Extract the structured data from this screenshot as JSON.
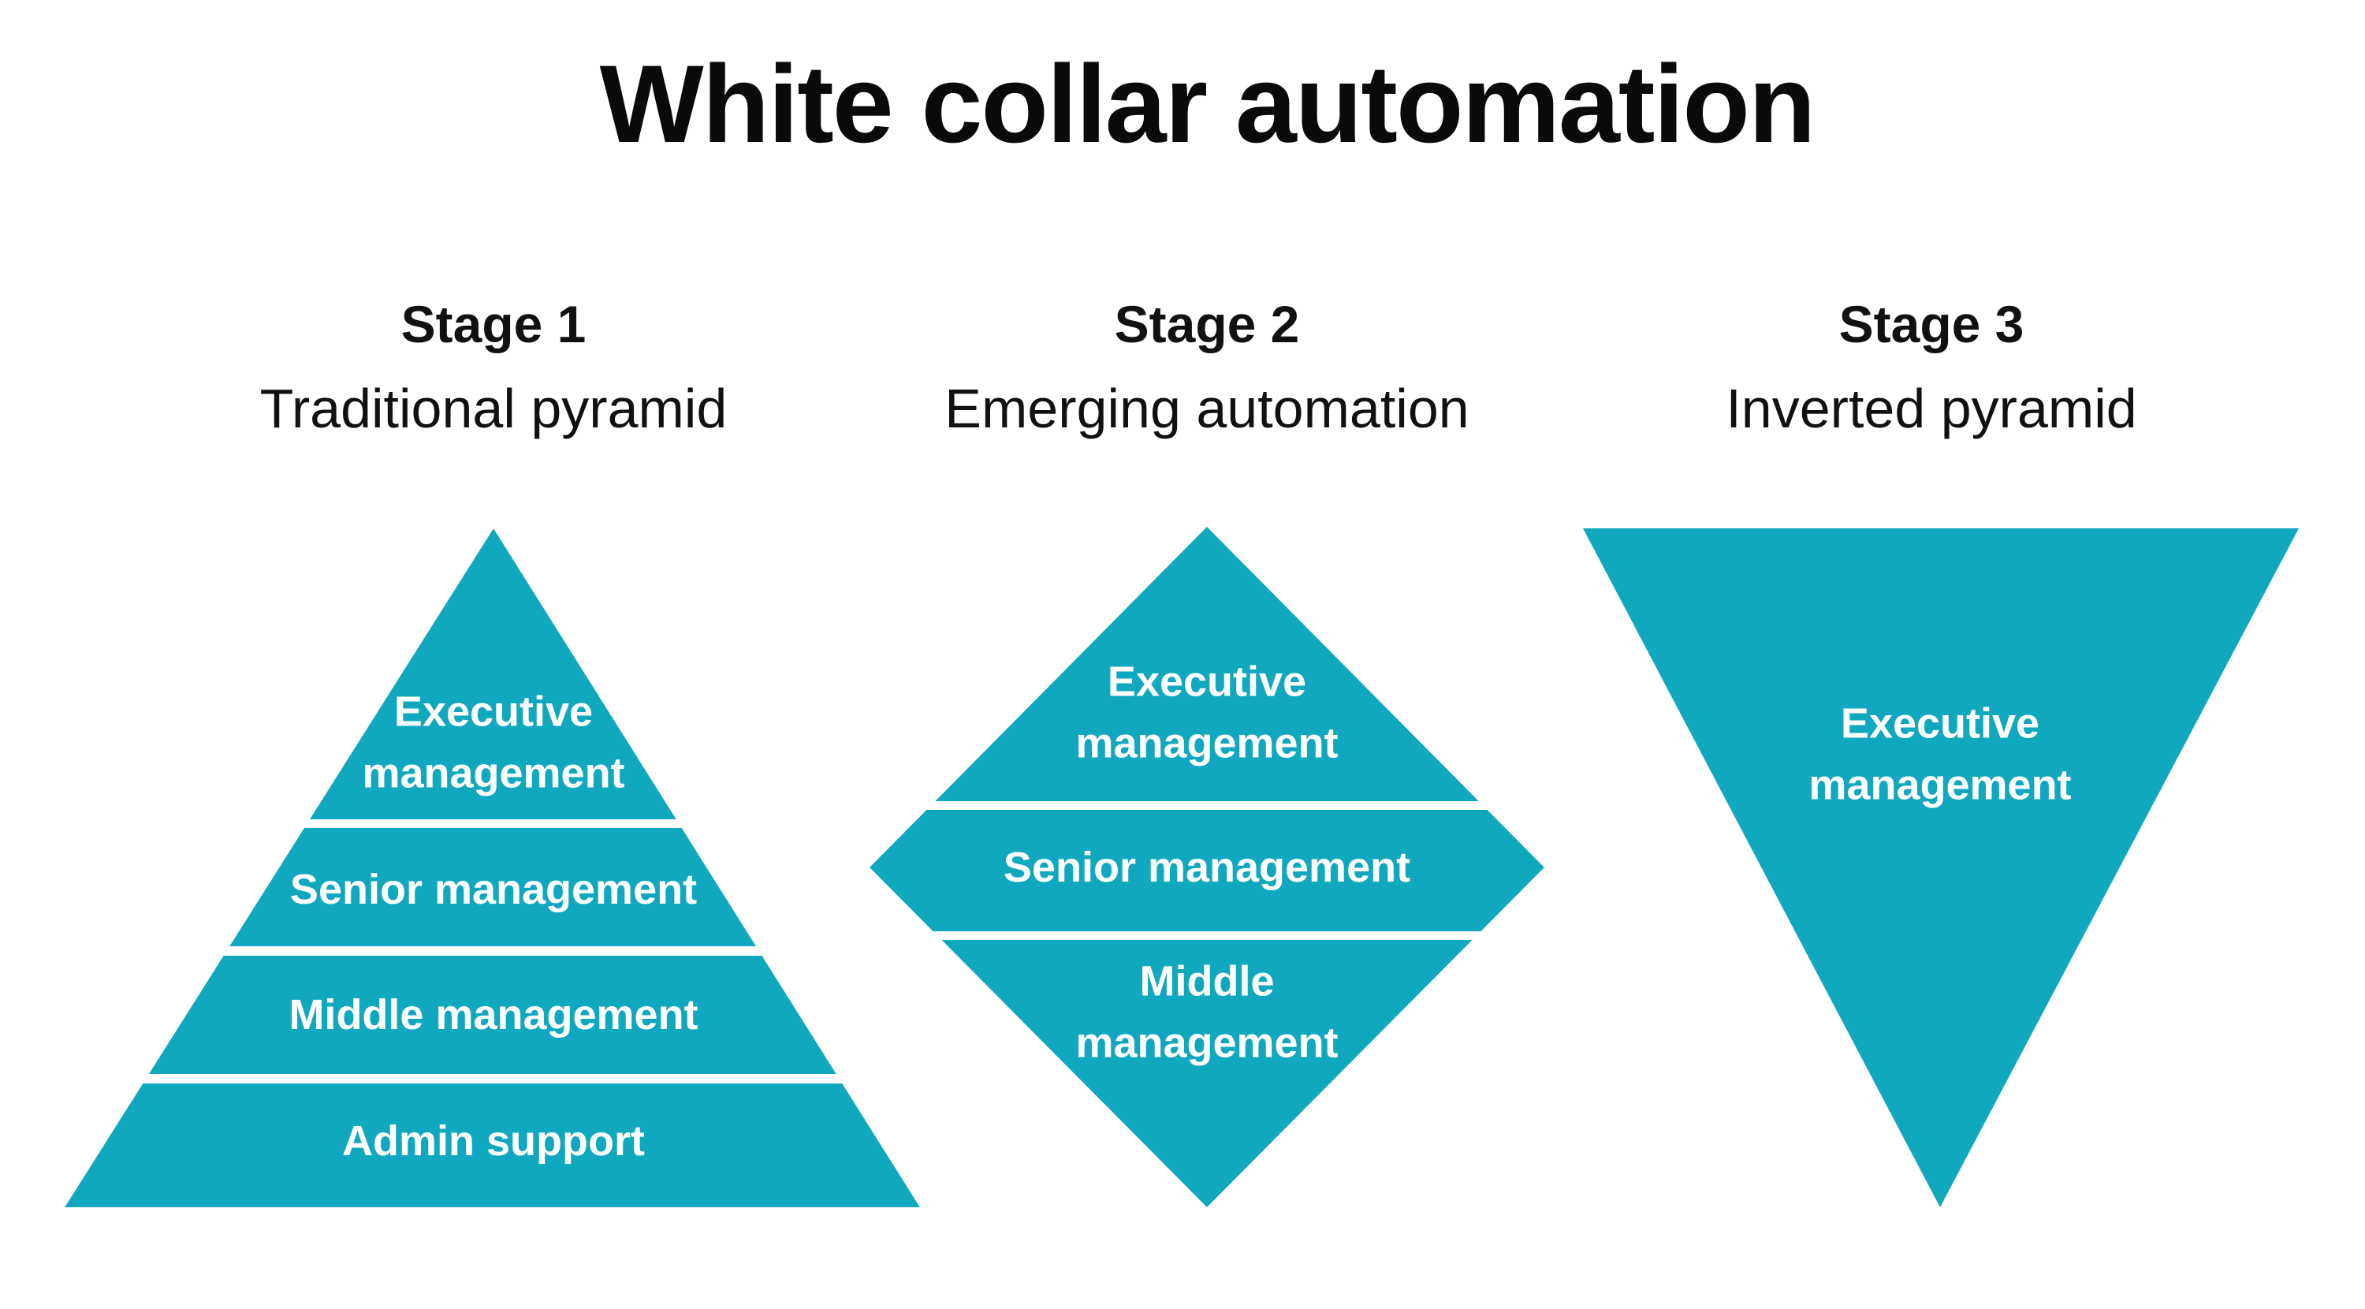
{
  "title": "White collar automation",
  "colors": {
    "shape_teal": "#10A8BE",
    "heading_text": "#111111",
    "layer_text": "#ffffff",
    "background": "#ffffff"
  },
  "stages": [
    {
      "name": "Stage 1",
      "subtitle": "Traditional pyramid",
      "shape": "pyramid",
      "layers": [
        "Executive management",
        "Senior management",
        "Middle management",
        "Admin support"
      ]
    },
    {
      "name": "Stage 2",
      "subtitle": "Emerging automation",
      "shape": "diamond",
      "layers": [
        "Executive management",
        "Senior management",
        "Middle management"
      ]
    },
    {
      "name": "Stage 3",
      "subtitle": "Inverted pyramid",
      "shape": "inverted-pyramid",
      "layers": [
        "Executive management"
      ]
    }
  ]
}
